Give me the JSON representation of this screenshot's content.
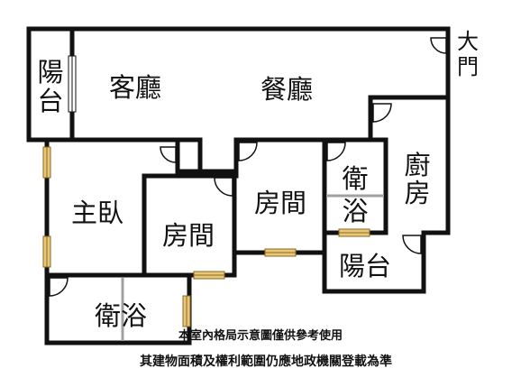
{
  "rooms": {
    "balcony_left": "陽台",
    "living_room": "客廳",
    "dining_room": "餐廳",
    "main_entrance": "大門",
    "master_bedroom": "主臥",
    "bedroom_center": "房間",
    "bedroom_right": "房間",
    "bathroom_right": "衛浴",
    "kitchen": "廚房",
    "balcony_right": "陽台",
    "bathroom_bottom": "衛浴"
  },
  "notes": {
    "line1": "本室內格局示意圖僅供參考使用",
    "line2": "其建物面積及權利範圍仍應地政機關登載為準"
  },
  "colors": {
    "wall": "#111111",
    "window": "#c9a13c",
    "partition": "#a0a0a0",
    "background": "#ffffff"
  }
}
